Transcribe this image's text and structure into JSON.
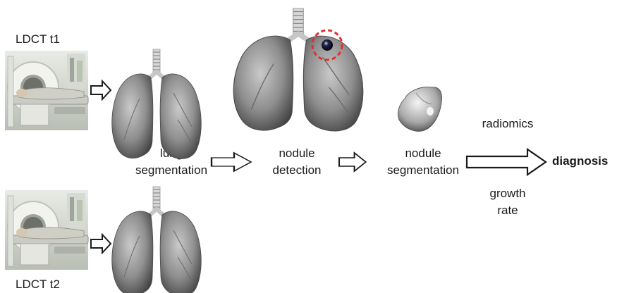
{
  "diagram": {
    "scan_t1_label": "LDCT t1",
    "scan_t2_label": "LDCT t2",
    "step_lung_segmentation": [
      "lung",
      "segmentation"
    ],
    "step_nodule_detection": [
      "nodule",
      "detection"
    ],
    "step_nodule_segmentation": [
      "nodule",
      "segmentation"
    ],
    "branch_radiomics": "radiomics",
    "branch_growth_rate": [
      "growth",
      "rate"
    ],
    "output_diagnosis": "diagnosis"
  },
  "colors": {
    "arrow_stroke": "#1a1a1a",
    "nodule_marker": "#e03030",
    "lung_fill": "#8e8e8e",
    "trachea_fill": "#d8d8d8"
  },
  "icons": [
    "ct-scanner-photo-icon",
    "lung-icon",
    "nodule-icon",
    "block-arrow-icon"
  ]
}
